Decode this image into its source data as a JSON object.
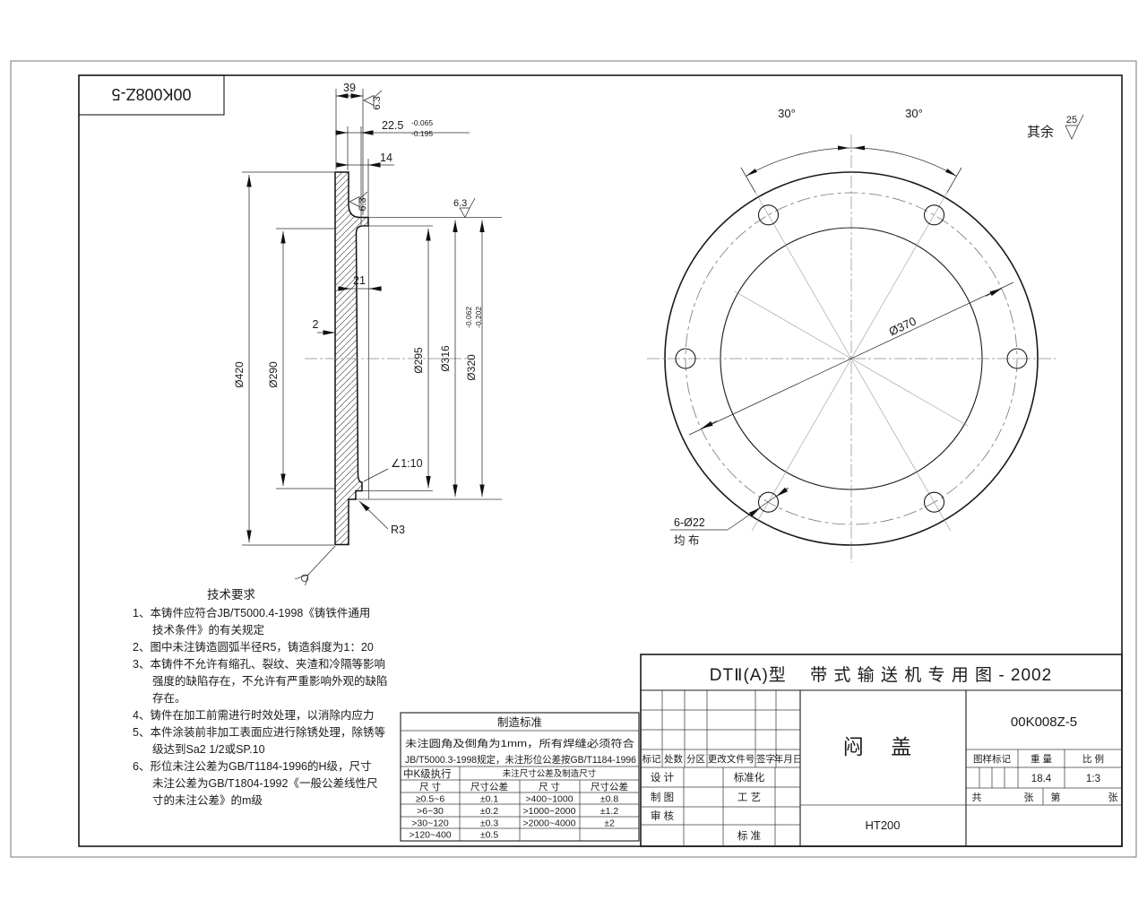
{
  "drawing": {
    "doc_number": "00K008Z-5",
    "surface_note_label": "其余",
    "surface_note_value": "25"
  },
  "section_view": {
    "dim_39": "39",
    "dim_22_5": "22.5",
    "dim_22_5_tol_upper": "-0.065",
    "dim_22_5_tol_lower": "-0.195",
    "dim_14": "14",
    "dim_21": "21",
    "dim_2": "2",
    "dim_d420": "Ø420",
    "dim_d290": "Ø290",
    "dim_d295": "Ø295",
    "dim_d316": "Ø316",
    "dim_d320": "Ø320",
    "dim_d320_tol_upper": "-0.062",
    "dim_d320_tol_lower": "-0.202",
    "taper_label": "∠1:10",
    "fillet_label": "R3",
    "roughness_63": "6.3"
  },
  "plan_view": {
    "angle_left": "30°",
    "angle_right": "30°",
    "dim_d370": "Ø370",
    "holes_label_line1": "6-Ø22",
    "holes_label_line2": "均 布"
  },
  "tech_req": {
    "title": "技术要求",
    "lines": [
      "1、本铸件应符合JB/T5000.4-1998《铸铁件通用",
      "技术条件》的有关规定",
      "2、图中未注铸造圆弧半径R5，铸造斜度为1：20",
      "3、本铸件不允许有缩孔、裂纹、夹渣和冷隔等影响",
      "强度的缺陷存在，不允许有严重影响外观的缺陷",
      "存在。",
      "4、铸件在加工前需进行时效处理，以消除内应力",
      "5、本件涂装前非加工表面应进行除锈处理，除锈等",
      "级达到Sa2 1/2或SP.10",
      "6、形位未注公差为GB/T1184-1996的H级，尺寸",
      "未注公差为GB/T1804-1992《一般公差线性尺",
      "寸的未注公差》的m级"
    ]
  },
  "mfg_std": {
    "title": "制造标准",
    "note_line1": "未注圆角及倒角为1mm，所有焊缝必须符合",
    "note_line2": "JB/T5000.3-1998规定，未注形位公差按GB/T1184-1996",
    "note_line3": "中K级执行",
    "table_caption": "未注尺寸公差及制造尺寸",
    "col_headers": [
      "尺  寸",
      "尺寸公差",
      "尺  寸",
      "尺寸公差"
    ],
    "rows": [
      [
        "≥0.5~6",
        "±0.1",
        ">400~1000",
        "±0.8"
      ],
      [
        ">6~30",
        "±0.2",
        ">1000~2000",
        "±1.2"
      ],
      [
        ">30~120",
        "±0.3",
        ">2000~4000",
        "±2"
      ],
      [
        ">120~400",
        "±0.5",
        "",
        ""
      ]
    ]
  },
  "title_block": {
    "main_title": "DTⅡ(A)型　 带 式 输 送 机 专 用 图 - 2002",
    "drawing_no": "00K008Z-5",
    "part_name": "闷 盖",
    "material": "HT200",
    "rev_headers": [
      "标记",
      "处数",
      "分区",
      "更改文件号",
      "签字",
      "年月日"
    ],
    "roles": {
      "design": "设 计",
      "standardization": "标准化",
      "draft": "制 图",
      "process": "工 艺",
      "check": "审 核",
      "standard": "标 准"
    },
    "stamp_header": "图样标记",
    "weight_header": "重 量",
    "scale_header": "比 例",
    "weight_value": "18.4",
    "scale_value": "1:3",
    "sheets": {
      "total_label": "共",
      "sheet_label": "张",
      "no_label": "第",
      "sheet_label2": "张"
    }
  }
}
